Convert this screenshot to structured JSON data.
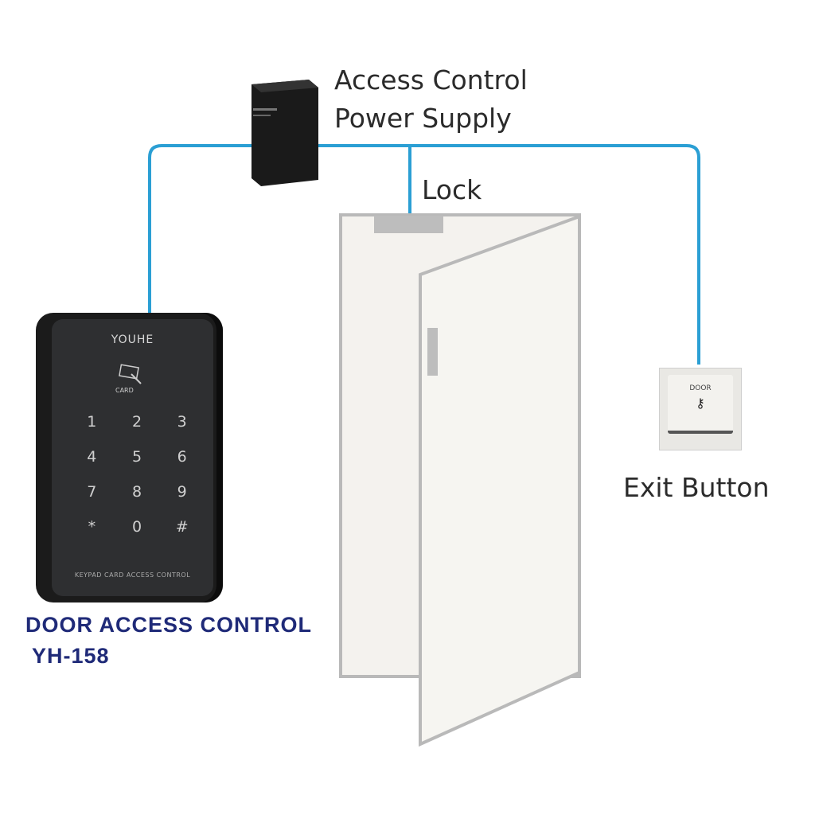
{
  "labels": {
    "power_supply_line1": "Access Control",
    "power_supply_line2": "Power Supply",
    "lock": "Lock",
    "exit_button": "Exit Button",
    "product_name": "DOOR ACCESS CONTROL",
    "product_model": "YH-158"
  },
  "keypad": {
    "brand": "YOUHE",
    "card_label": "CARD",
    "keys": [
      "1",
      "2",
      "3",
      "4",
      "5",
      "6",
      "7",
      "8",
      "9",
      "*",
      "0",
      "#"
    ],
    "bottom_text": "KEYPAD CARD ACCESS CONTROL"
  },
  "exit_device": {
    "door_text": "DOOR"
  },
  "colors": {
    "wire": "#2b9fd4",
    "navy": "#1f2a78"
  }
}
